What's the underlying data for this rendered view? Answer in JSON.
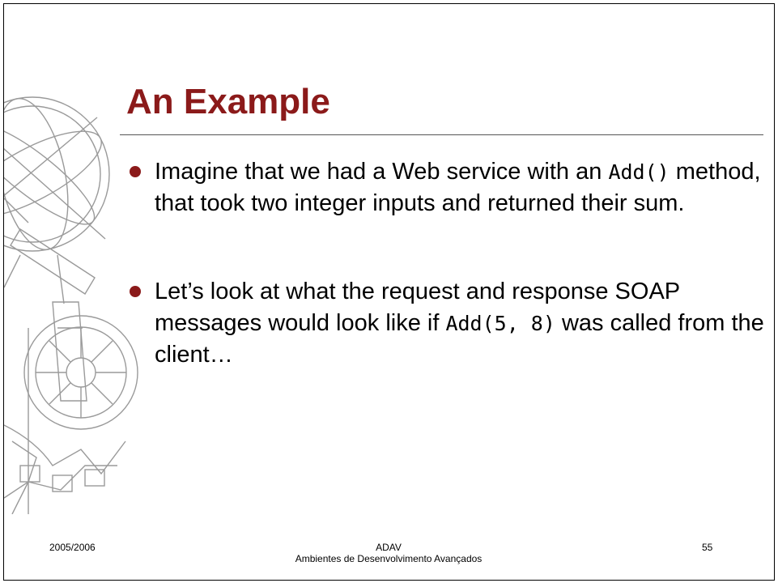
{
  "slide": {
    "title": "An Example",
    "bullets": [
      {
        "parts": [
          {
            "text": "Imagine that we had a Web service with an ",
            "code": false
          },
          {
            "text": "Add()",
            "code": true
          },
          {
            "text": " method, that took two integer inputs and returned their sum.",
            "code": false
          }
        ]
      },
      {
        "parts": [
          {
            "text": "Let’s look at what the request and response SOAP messages would look like if ",
            "code": false
          },
          {
            "text": "Add(5, 8)",
            "code": true
          },
          {
            "text": " was called from the client…",
            "code": false
          }
        ]
      }
    ]
  },
  "footer": {
    "date": "2005/2006",
    "course": "ADAV",
    "course_full": "Ambientes de Desenvolvimento Avançados",
    "page_number": "55"
  },
  "colors": {
    "title": "#8b1a1a",
    "bullet": "#8b1a1a",
    "decoration": "#9a9a9a"
  },
  "decoration": "armillary-sphere-gear-hammer-illustration"
}
